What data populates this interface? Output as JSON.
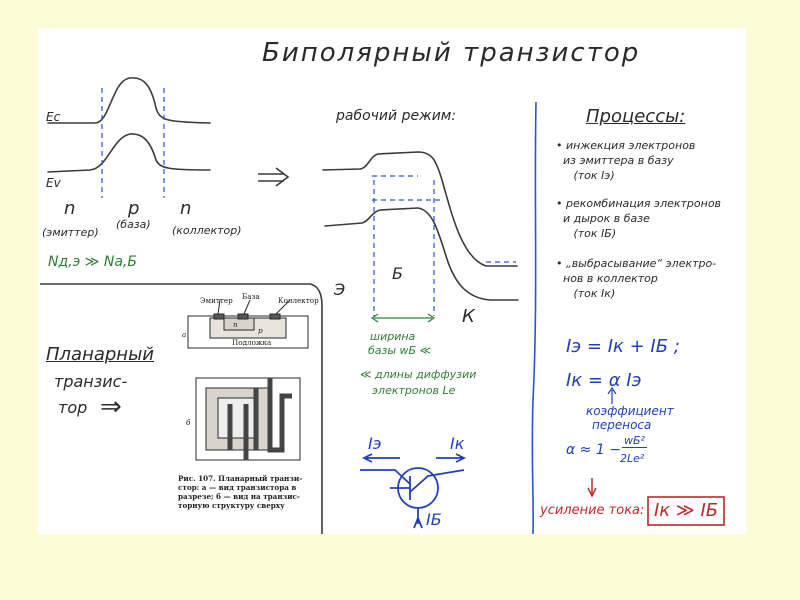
{
  "title": "Биполярный транзистор",
  "band": {
    "ec": "Ec",
    "ev": "Ev",
    "regions": [
      {
        "type": "n",
        "label": "(эмиттер)"
      },
      {
        "type": "p",
        "label": "(база)"
      },
      {
        "type": "n",
        "label": "(коллектор)"
      }
    ],
    "doping": "Nд,э ≫ Nа,Б"
  },
  "work_mode": {
    "title": "рабочий режим:",
    "arrow": "⇒",
    "e": "Э",
    "b": "Б",
    "k": "К",
    "width_note": "ширина",
    "width_note2": "базы wБ ≪",
    "diff_note": "≪ длины диффузии",
    "diff_note2": "электронов Lе"
  },
  "processes": {
    "title": "Процессы:",
    "items": [
      [
        "инжекция электронов",
        "из эмиттера в базу",
        "(ток Iэ)"
      ],
      [
        "рекомбинация электронов",
        "и дырок в базе",
        "(ток IБ)"
      ],
      [
        "„выбрасывание“ электро-",
        "нов в коллектор",
        "(ток Iк)"
      ]
    ],
    "eq1": "Iэ = Iк + IБ  ;",
    "eq2": "Iк = α Iэ",
    "coef1": "коэффициент",
    "coef2": "переноса",
    "alpha_lhs": "α ≈ 1 −",
    "alpha_num": "wБ²",
    "alpha_den": "2Lе²",
    "gain_label": "усиление тока:",
    "gain_box": "Iк ≫ IБ"
  },
  "planar": {
    "title": "Планарный",
    "line2": "транзис-",
    "line3": "тор",
    "arrow": "⇒",
    "fig_labels": {
      "emitter": "Эмиттер",
      "base": "База",
      "collector": "Коллектор",
      "substrate": "Подложка",
      "a": "а",
      "b": "б",
      "n": "n",
      "p": "p"
    },
    "caption": [
      "Рис. 107. Планарный транзи-",
      "стор: а — вид транзистора в",
      "разрезе; б — вид на транзис-",
      "торную структуру сверху"
    ]
  },
  "symbol": {
    "ie": "Iэ",
    "ik": "Iк",
    "ib": "IБ"
  },
  "colors": {
    "pencil": "#3a3a3a",
    "blue": "#2340b8",
    "green": "#2f7d35",
    "red": "#c0282a",
    "page_bg": "#fdfcd6"
  }
}
